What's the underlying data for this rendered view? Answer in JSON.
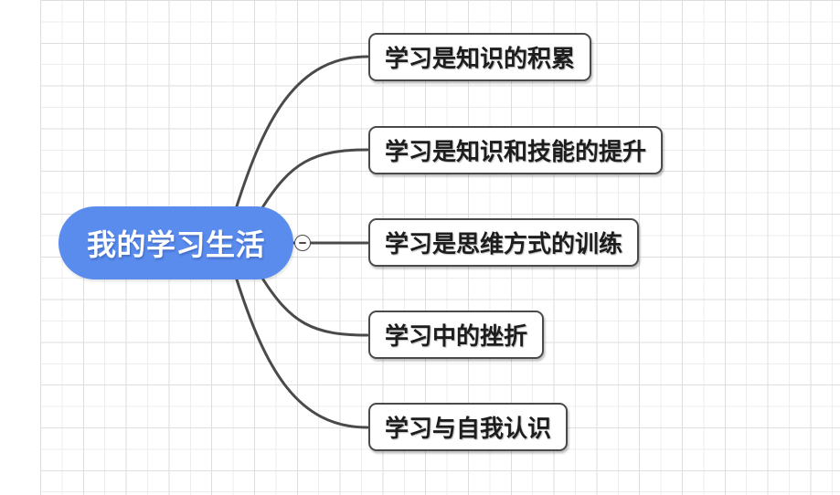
{
  "canvas": {
    "kind": "mind-map",
    "background": "#ffffff",
    "grid_minor_color": "#ededed",
    "grid_major_color": "#dedede"
  },
  "root": {
    "label": "我的学习生活",
    "fill": "#5a8cee",
    "text_color": "#ffffff"
  },
  "toggle": {
    "symbol": "−",
    "state": "expanded"
  },
  "branches": [
    {
      "label": "学习是知识的积累"
    },
    {
      "label": "学习是知识和技能的提升"
    },
    {
      "label": "学习是思维方式的训练"
    },
    {
      "label": "学习中的挫折"
    },
    {
      "label": "学习与自我认识"
    }
  ],
  "colors": {
    "connector": "#4a4a4a",
    "node_border": "#4a4a4a",
    "node_text": "#1d1d1d"
  }
}
